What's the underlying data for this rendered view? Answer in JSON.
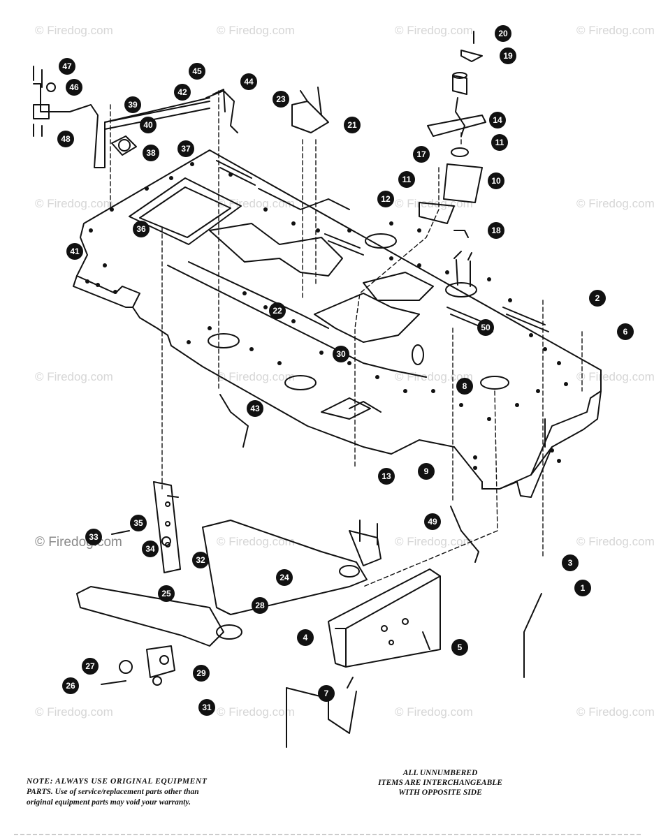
{
  "watermark": {
    "text": "© Firedog.com",
    "color": "#d6d6d6"
  },
  "callouts": {
    "c1": "1",
    "c2": "2",
    "c3": "3",
    "c4": "4",
    "c5": "5",
    "c6": "6",
    "c7": "7",
    "c8": "8",
    "c9": "9",
    "c10": "10",
    "c11a": "11",
    "c11b": "11",
    "c12": "12",
    "c13": "13",
    "c14": "14",
    "c17": "17",
    "c18": "18",
    "c19": "19",
    "c20": "20",
    "c21": "21",
    "c22": "22",
    "c23": "23",
    "c24": "24",
    "c25": "25",
    "c26": "26",
    "c27": "27",
    "c28": "28",
    "c29": "29",
    "c30": "30",
    "c31": "31",
    "c32": "32",
    "c33": "33",
    "c34": "34",
    "c35": "35",
    "c36": "36",
    "c37": "37",
    "c38": "38",
    "c39": "39",
    "c40": "40",
    "c41": "41",
    "c42": "42",
    "c43": "43",
    "c44": "44",
    "c45": "45",
    "c46": "46",
    "c47": "47",
    "c48": "48",
    "c49": "49",
    "c50": "50"
  },
  "notes": {
    "left_line1": "NOTE: ALWAYS USE ORIGINAL EQUIPMENT",
    "left_line2": "PARTS. Use of service/replacement parts other than",
    "left_line3": "original equipment parts may void your warranty.",
    "right_line1": "ALL UNNUMBERED",
    "right_line2": "ITEMS ARE INTERCHANGEABLE",
    "right_line3": "WITH OPPOSITE SIDE"
  }
}
